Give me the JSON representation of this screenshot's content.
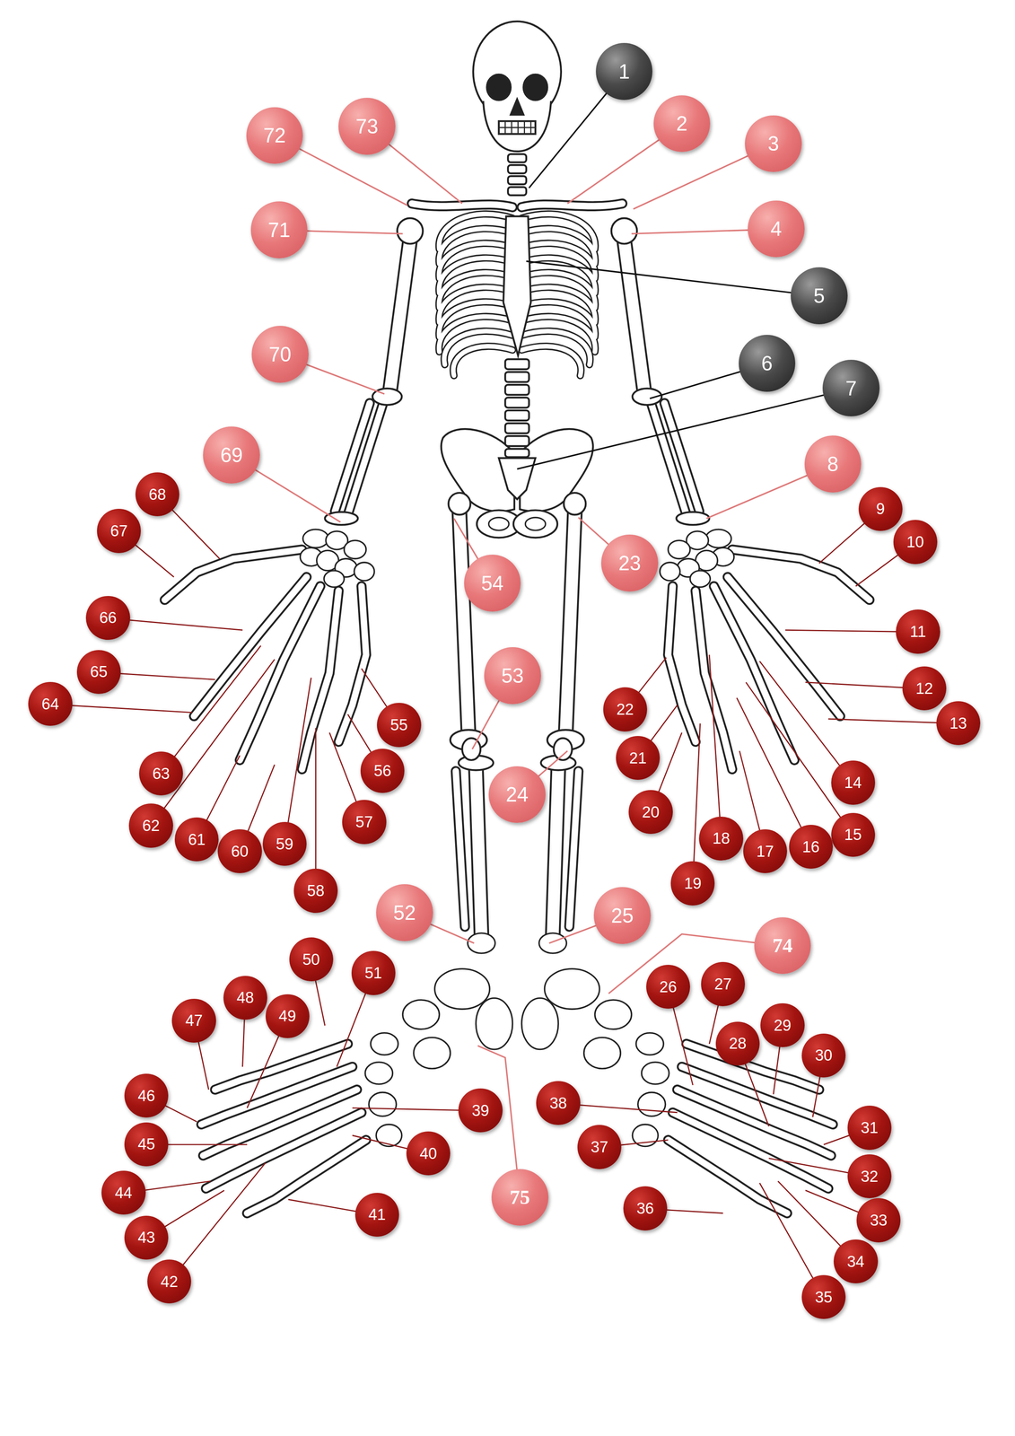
{
  "diagram": {
    "nodes": [
      {
        "text": [
          "1"
        ]
      },
      {
        "text": [
          "2"
        ]
      },
      {
        "text": [
          "3"
        ]
      },
      {
        "text": [
          "4"
        ]
      },
      {
        "text": [
          "5"
        ]
      },
      {
        "text": [
          "6"
        ]
      },
      {
        "text": [
          "7"
        ]
      },
      {
        "text": [
          "8"
        ]
      },
      {
        "text": [
          "9"
        ]
      },
      {
        "text": [
          "10"
        ]
      },
      {
        "text": [
          "11"
        ]
      },
      {
        "text": [
          "12"
        ]
      },
      {
        "text": [
          "13"
        ]
      },
      {
        "text": [
          "14"
        ]
      },
      {
        "text": [
          "15"
        ]
      },
      {
        "text": [
          "16"
        ]
      },
      {
        "text": [
          "17"
        ]
      },
      {
        "text": [
          "18"
        ]
      },
      {
        "text": [
          "19"
        ]
      },
      {
        "text": [
          "20"
        ]
      },
      {
        "text": [
          "21"
        ]
      },
      {
        "text": [
          "22"
        ]
      },
      {
        "text": [
          "23"
        ]
      },
      {
        "text": [
          "24"
        ]
      },
      {
        "text": [
          "25"
        ]
      },
      {
        "text": [
          "26"
        ]
      },
      {
        "text": [
          "27"
        ]
      },
      {
        "text": [
          "28"
        ]
      },
      {
        "text": [
          "29"
        ]
      },
      {
        "text": [
          "30"
        ]
      },
      {
        "text": [
          "31"
        ]
      },
      {
        "text": [
          "32"
        ]
      },
      {
        "text": [
          "33"
        ]
      },
      {
        "text": [
          "34"
        ]
      },
      {
        "text": [
          "35"
        ]
      },
      {
        "text": [
          "36"
        ]
      },
      {
        "text": [
          "37"
        ]
      },
      {
        "text": [
          "38"
        ]
      },
      {
        "text": [
          "39"
        ]
      },
      {
        "text": [
          "40"
        ]
      },
      {
        "text": [
          "41"
        ]
      },
      {
        "text": [
          "42"
        ]
      },
      {
        "text": [
          "43"
        ]
      },
      {
        "text": [
          "44"
        ]
      },
      {
        "text": [
          "45"
        ]
      },
      {
        "text": [
          "46"
        ]
      },
      {
        "text": [
          "47"
        ]
      },
      {
        "text": [
          "48"
        ]
      },
      {
        "text": [
          "49"
        ]
      },
      {
        "text": [
          "50"
        ]
      },
      {
        "text": [
          "51"
        ]
      },
      {
        "text": [
          "52"
        ]
      },
      {
        "text": [
          "53"
        ]
      },
      {
        "text": [
          "54"
        ]
      },
      {
        "text": [
          "55"
        ]
      },
      {
        "text": [
          "56"
        ]
      },
      {
        "text": [
          "57"
        ]
      },
      {
        "text": [
          "58"
        ]
      },
      {
        "text": [
          "59"
        ]
      },
      {
        "text": [
          "60"
        ]
      },
      {
        "text": [
          "61"
        ]
      },
      {
        "text": [
          "62"
        ]
      },
      {
        "text": [
          "63"
        ]
      },
      {
        "text": [
          "64"
        ]
      },
      {
        "text": [
          "65"
        ]
      },
      {
        "text": [
          "66"
        ]
      },
      {
        "text": [
          "67"
        ]
      },
      {
        "text": [
          "68"
        ]
      },
      {
        "text": [
          "69"
        ]
      },
      {
        "text": [
          "70"
        ]
      },
      {
        "text": [
          "71"
        ]
      },
      {
        "text": [
          "72"
        ]
      },
      {
        "text": [
          "73"
        ]
      },
      {
        "text": [
          "74"
        ]
      },
      {
        "text": [
          "75"
        ]
      }
    ]
  }
}
